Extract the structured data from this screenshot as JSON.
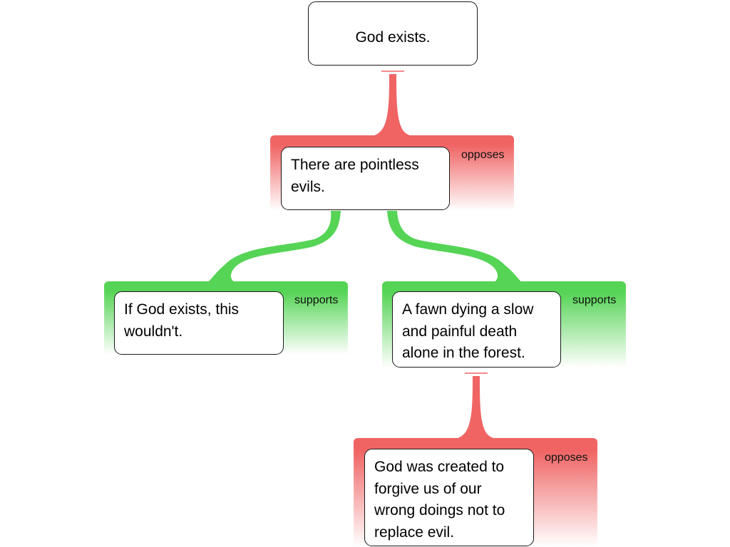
{
  "diagram": {
    "colors": {
      "opposes": "#f06464",
      "supports": "#55d455",
      "border": "#1a1a1a"
    },
    "nodes": {
      "claim": {
        "text": "God exists."
      },
      "pointless_evils": {
        "text": "There are pointless evils.",
        "relation": "opposes"
      },
      "if_god_exists": {
        "text": "If God exists, this wouldn't.",
        "relation": "supports"
      },
      "fawn": {
        "text": "A fawn dying a slow and painful death alone in the forest.",
        "relation": "supports"
      },
      "forgive": {
        "text": "God was created to forgive us of our wrong doings not to replace evil.",
        "relation": "opposes"
      }
    }
  }
}
